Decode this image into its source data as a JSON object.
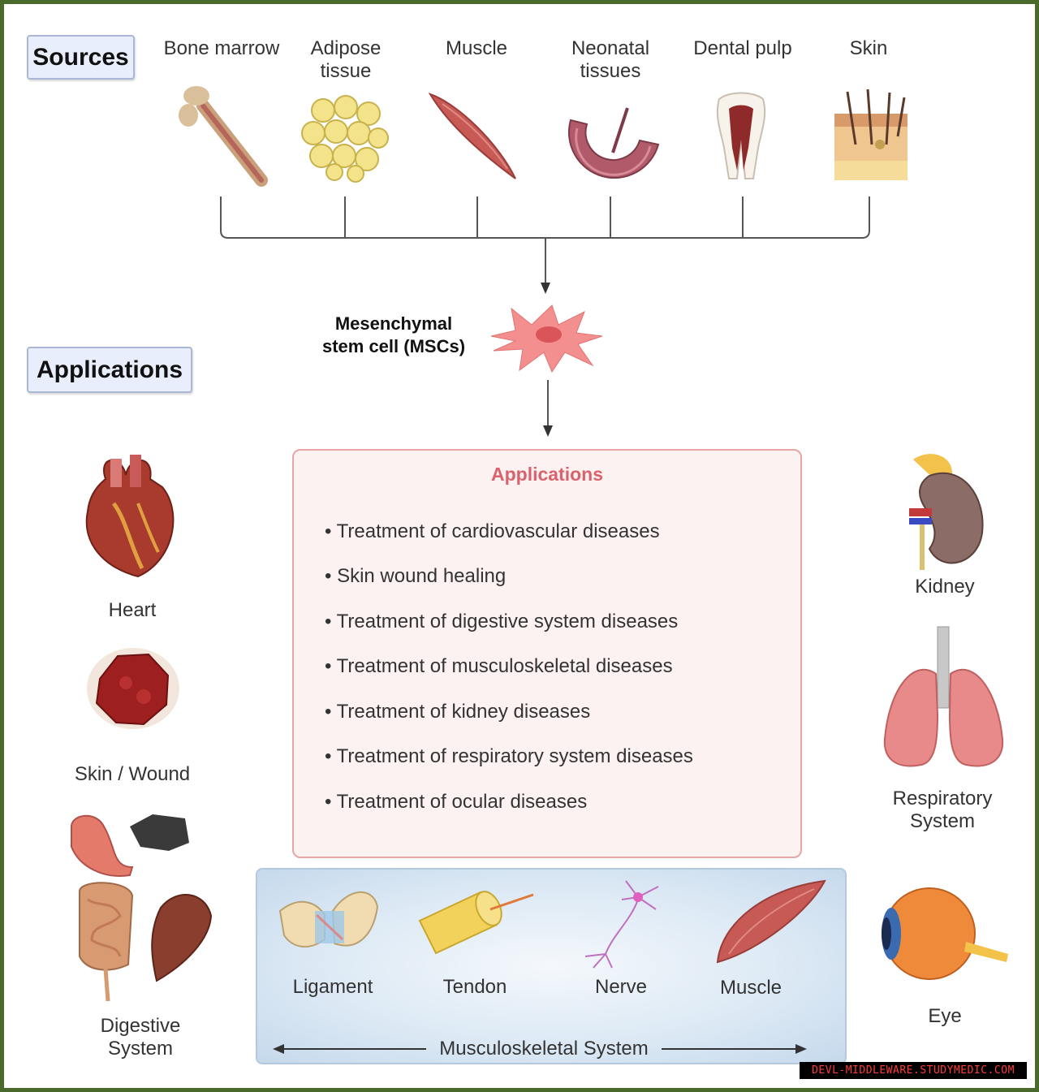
{
  "sources": {
    "tag": "Sources",
    "items": [
      {
        "label": "Bone marrow",
        "icon": "bone-icon"
      },
      {
        "label": "Adipose\ntissue",
        "icon": "adipose-icon"
      },
      {
        "label": "Muscle",
        "icon": "muscle-icon"
      },
      {
        "label": "Neonatal\ntissues",
        "icon": "placenta-icon"
      },
      {
        "label": "Dental pulp",
        "icon": "tooth-icon"
      },
      {
        "label": "Skin",
        "icon": "skin-icon"
      }
    ]
  },
  "msc": {
    "label": "Mesenchymal\nstem cell (MSCs)",
    "icon": "stem-cell-icon"
  },
  "applications_tag": "Applications",
  "applications_box": {
    "title": "Applications",
    "items": [
      "• Treatment of cardiovascular diseases",
      "• Skin wound healing",
      "• Treatment of digestive system diseases",
      "• Treatment of musculoskeletal diseases",
      "• Treatment of kidney diseases",
      "• Treatment of respiratory system diseases",
      "• Treatment of ocular diseases"
    ]
  },
  "left_organs": [
    {
      "label": "Heart",
      "icon": "heart-icon"
    },
    {
      "label": "Skin / Wound",
      "icon": "wound-icon"
    },
    {
      "label": "Digestive\nSystem",
      "icon": "digestive-icon"
    }
  ],
  "right_organs": [
    {
      "label": "Kidney",
      "icon": "kidney-icon"
    },
    {
      "label": "Respiratory\nSystem",
      "icon": "lungs-icon"
    },
    {
      "label": "Eye",
      "icon": "eye-icon"
    }
  ],
  "musculoskeletal": {
    "title": "Musculoskeletal System",
    "items": [
      {
        "label": "Ligament",
        "icon": "ligament-icon"
      },
      {
        "label": "Tendon",
        "icon": "tendon-icon"
      },
      {
        "label": "Nerve",
        "icon": "nerve-icon"
      },
      {
        "label": "Muscle",
        "icon": "muscle-icon"
      }
    ]
  },
  "watermark": "DEVL-MIDDLEWARE.STUDYMEDIC.COM",
  "colors": {
    "frame": "#4a6a2b",
    "accent_red": "#d9626c",
    "tag_bg": "#e8eefb"
  }
}
